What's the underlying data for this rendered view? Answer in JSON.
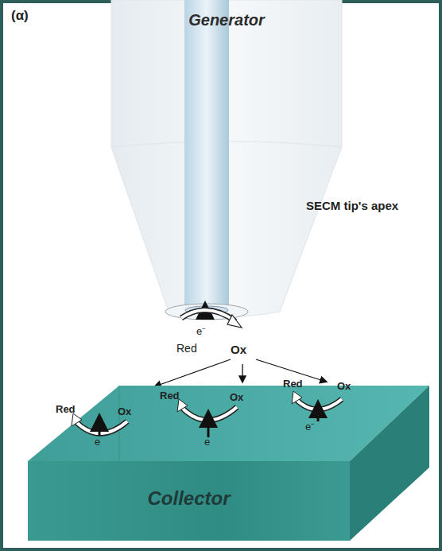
{
  "diagram": {
    "nodes": [
      {
        "text": [
          "Generator"
        ]
      },
      {
        "text": [
          "Collector"
        ]
      }
    ],
    "labels": [
      "(α)",
      "SECM tip's apex",
      "e⁻",
      "Red",
      "Ox",
      "Red",
      "Ox",
      "e",
      "Red",
      "Ox",
      "e",
      "Red",
      "Ox",
      "e⁻"
    ]
  }
}
